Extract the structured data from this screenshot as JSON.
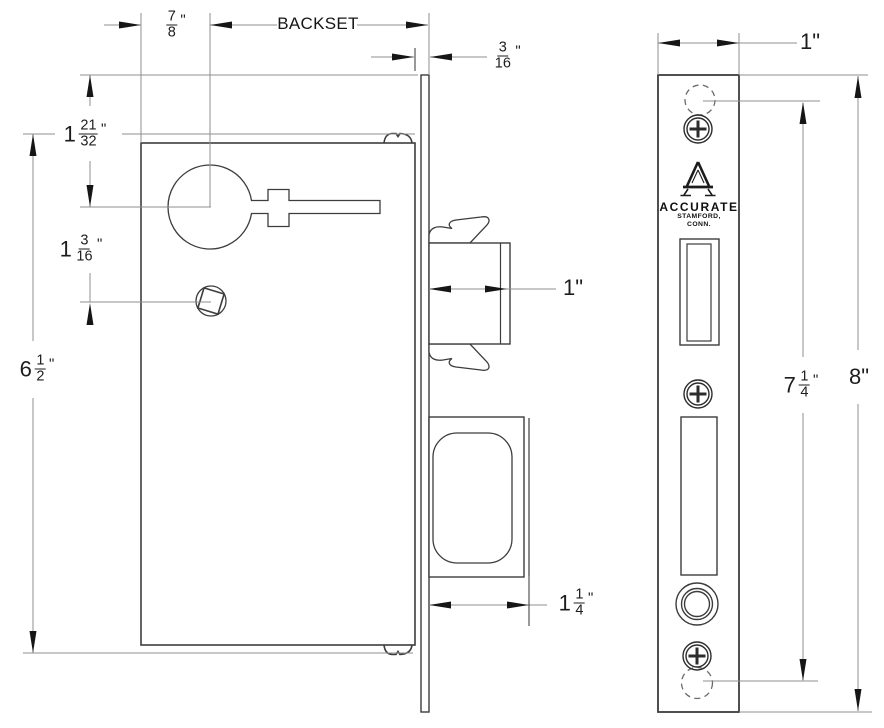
{
  "brand": {
    "name": "ACCURATE",
    "city": "STAMFORD,",
    "state": "CONN."
  },
  "labels": {
    "backset": "BACKSET",
    "cyl_offset": {
      "num": "7",
      "den": "8",
      "unit": "\""
    },
    "fp_thickness": {
      "num": "3",
      "den": "16",
      "unit": "\""
    },
    "cyl_from_top": {
      "whole": "1",
      "num": "21",
      "den": "32",
      "unit": "\""
    },
    "hub_spacing": {
      "whole": "1",
      "num": "3",
      "den": "16",
      "unit": "\""
    },
    "case_height": {
      "whole": "6",
      "num": "1",
      "den": "2",
      "unit": "\""
    },
    "latch_projection": "1\"",
    "deadbolt_projection": {
      "whole": "1",
      "num": "1",
      "den": "4",
      "unit": "\""
    },
    "fp_width": "1\"",
    "screw_span": {
      "whole": "7",
      "num": "1",
      "den": "4",
      "unit": "\""
    },
    "fp_height": "8\""
  },
  "colors": {
    "object_line": "#3d3d3d",
    "dim_line": "#8f8f8f",
    "arrow": "#161616"
  }
}
